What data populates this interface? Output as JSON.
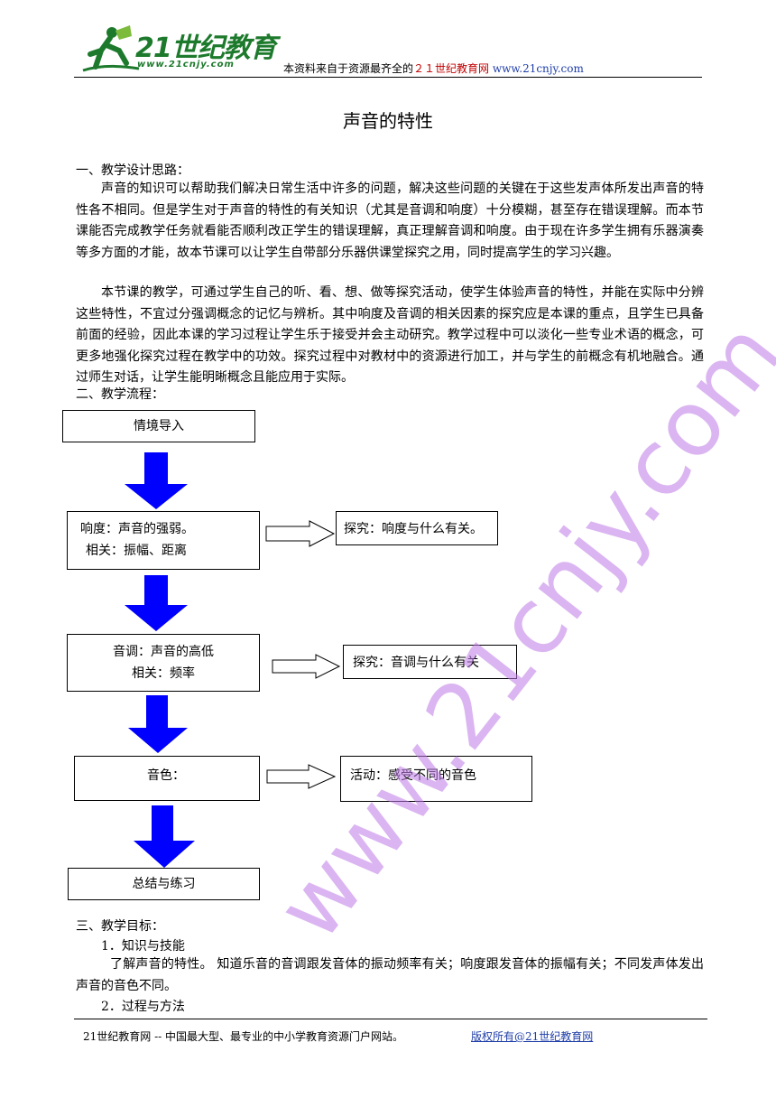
{
  "header": {
    "logo_text": "21世纪教育",
    "logo_url": "www.21cnjy.com",
    "note_prefix": "本资料来自于资源最齐全的",
    "note_red": "２１世纪教育网",
    "note_url": "www.21cnjy.com"
  },
  "title": "声音的特性",
  "section1": {
    "heading": "一、教学设计思路：",
    "p1": "声音的知识可以帮助我们解决日常生活中许多的问题，解决这些问题的关键在于这些发声体所发出声音的特性各不相同。但是学生对于声音的特性的有关知识（尤其是音调和响度）十分模糊，甚至存在错误理解。而本节课能否完成教学任务就看能否顺利改正学生的错误理解，真正理解音调和响度。由于现在许多学生拥有乐器演奏等多方面的才能，故本节课可以让学生自带部分乐器供课堂探究之用，同时提高学生的学习兴趣。",
    "p2": "本节课的教学，可通过学生自己的听、看、想、做等探究活动，使学生体验声音的特性，并能在实际中分辨这些特性，不宜过分强调概念的记忆与辨析。其中响度及音调的相关因素的探究应是本课的重点，且学生已具备前面的经验，因此本课的学习过程让学生乐于接受并会主动研究。教学过程中可以淡化一些专业术语的概念，可更多地强化探究过程在教学中的功效。探究过程中对教材中的资源进行加工，并与学生的前概念有机地融合。通过师生对话，让学生能明晰概念且能应用于实际。"
  },
  "section2": {
    "heading": "二、教学流程：",
    "flow": {
      "intro": "情境导入",
      "loudness_line1": "响度：声音的强弱。",
      "loudness_line2": "相关：振幅、距离",
      "loudness_explore": "探究：响度与什么有关。",
      "pitch_line1": "音调：声音的高低",
      "pitch_line2": "相关：频率",
      "pitch_explore": "探究：音调与什么有关",
      "timbre": "音色：",
      "timbre_activity": "活动：感受不同的音色",
      "summary": "总结与练习"
    }
  },
  "section3": {
    "heading": "三、教学目标：",
    "sub1": "1．知识与技能",
    "p1": "了解声音的特性。 知道乐音的音调跟发音体的振动频率有关；响度跟发音体的振幅有关；不同发声体发出声音的音色不同。",
    "sub2": "2．过程与方法"
  },
  "footer": {
    "left": "21世纪教育网 -- 中国最大型、最专业的中小学教育资源门户网站。",
    "right": "版权所有@21世纪教育网"
  },
  "watermark": "www.21cnjy.com",
  "colors": {
    "arrow_blue": "#0000ff",
    "logo_green": "#1d7a2c",
    "link_blue": "#1f3ea8",
    "watermark": "#c48ae8"
  }
}
